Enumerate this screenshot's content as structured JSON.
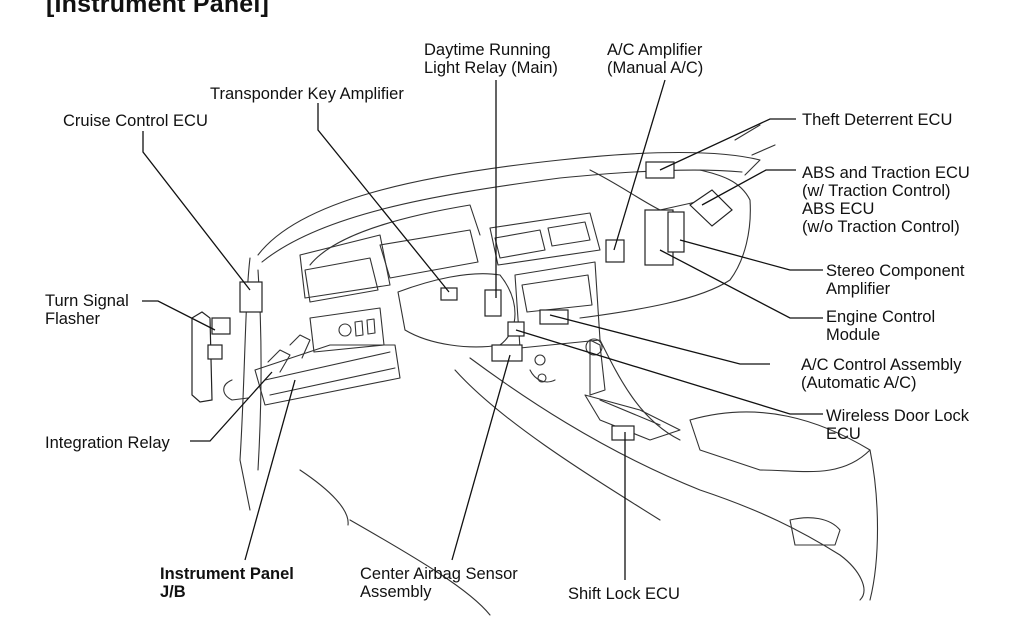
{
  "title": "[Instrument Panel]",
  "labels": {
    "daytime_running_light_relay": "Daytime Running\nLight Relay (Main)",
    "ac_amplifier": "A/C Amplifier\n(Manual A/C)",
    "transponder_key_amplifier": "Transponder Key Amplifier",
    "cruise_control_ecu": "Cruise Control ECU",
    "theft_deterrent_ecu": "Theft Deterrent ECU",
    "abs_traction_ecu": "ABS and Traction ECU\n(w/ Traction Control)\nABS ECU\n(w/o Traction Control)",
    "stereo_component_amplifier": "Stereo Component\nAmplifier",
    "engine_control_module": "Engine Control\nModule",
    "ac_control_assembly": "A/C Control Assembly\n(Automatic A/C)",
    "wireless_door_lock_ecu": "Wireless Door Lock\nECU",
    "turn_signal_flasher": "Turn Signal\nFlasher",
    "integration_relay": "Integration Relay",
    "instrument_panel_jb": "Instrument Panel\nJ/B",
    "center_airbag_sensor": "Center Airbag Sensor\nAssembly",
    "shift_lock_ecu": "Shift Lock ECU"
  }
}
